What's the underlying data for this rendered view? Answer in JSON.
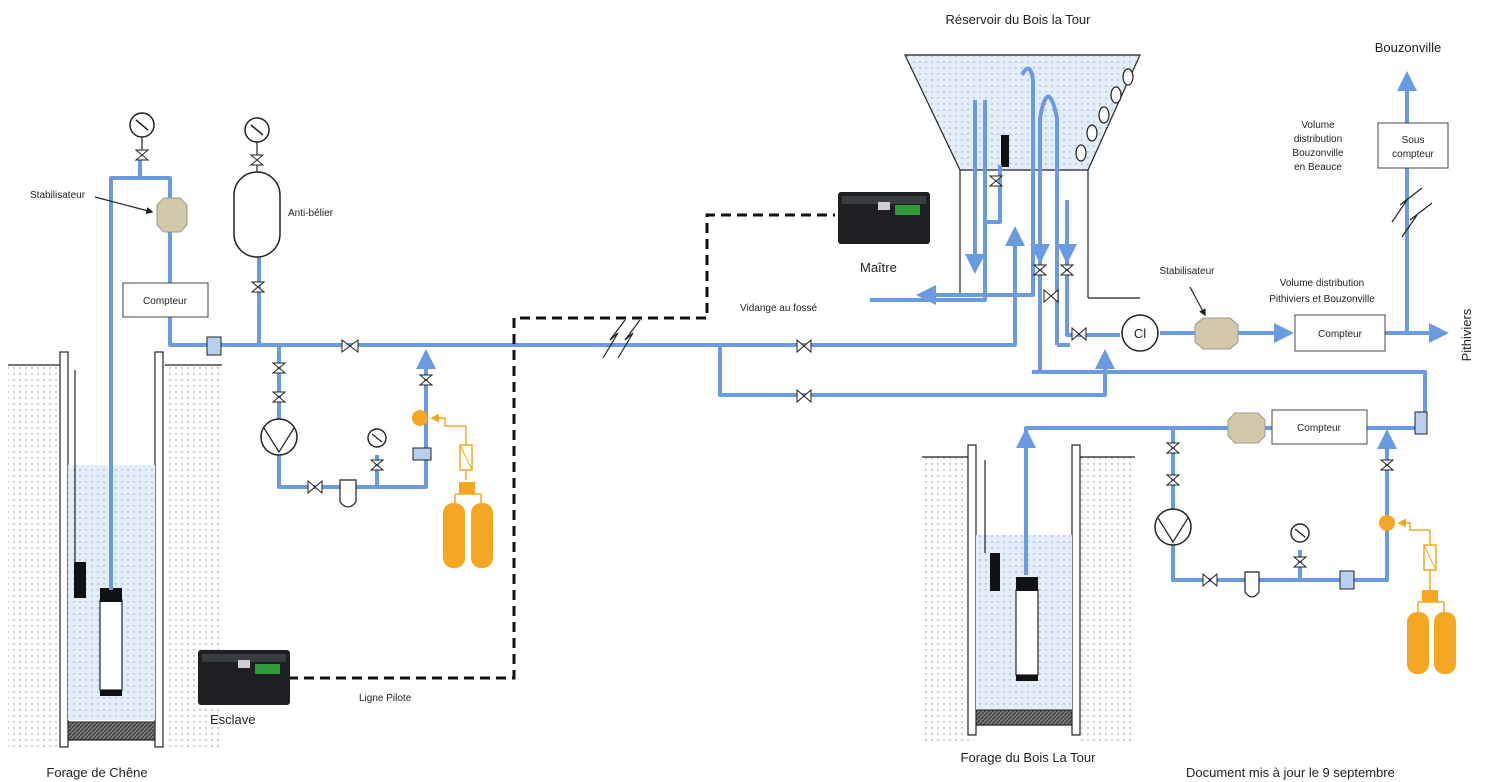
{
  "labels": {
    "reservoir": "Réservoir du Bois la Tour",
    "bouzonville": "Bouzonville",
    "stabilisateur_left": "Stabilisateur",
    "stabilisateur_right": "Stabilisateur",
    "anti_belier": "Anti-bélier",
    "compteur_left": "Compteur",
    "compteur_right_top": "Compteur",
    "compteur_right_bottom": "Compteur",
    "maitre": "Maître",
    "esclave": "Esclave",
    "vidange": "Vidange au fossé",
    "ligne_pilote": "Ligne   Pilote",
    "sous_compteur_line1": "Sous",
    "sous_compteur_line2": "compteur",
    "vol_bouz_line1": "Volume",
    "vol_bouz_line2": "distribution",
    "vol_bouz_line3": "Bouzonville",
    "vol_bouz_line4": "en Beauce",
    "vol_pith_line1": "Volume distribution",
    "vol_pith_line2": "Pithiviers et Bouzonville",
    "pithiviers": "Pithiviers",
    "cl": "Cl",
    "forage_chene": "Forage de Chêne",
    "forage_bois": "Forage du Bois La Tour",
    "document": "Document mis à jour le 9 septembre"
  }
}
